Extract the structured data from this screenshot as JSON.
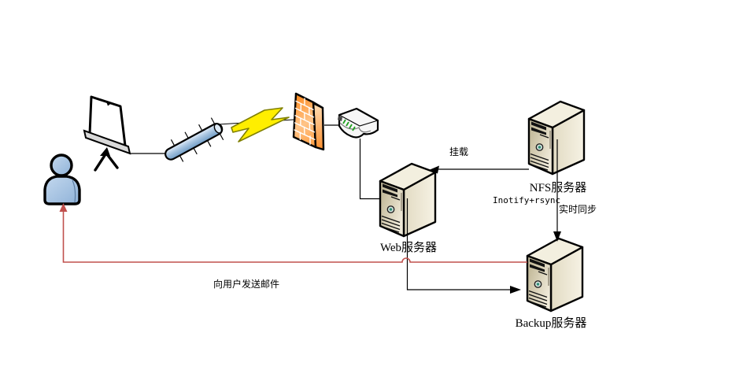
{
  "diagram": {
    "background": "#ffffff",
    "labels": {
      "web_server": "Web服务器",
      "nfs_server": "NFS服务器",
      "backup_server": "Backup服务器",
      "mount": "挂载",
      "inotify_rsync": "Inotify+rsync",
      "realtime_sync": "实时同步",
      "send_mail_to_user": "向用户发送邮件"
    },
    "nodes": [
      {
        "id": "user",
        "icon": "person-icon"
      },
      {
        "id": "projection-screen",
        "icon": "projection-screen-icon"
      },
      {
        "id": "antenna",
        "icon": "antenna-icon"
      },
      {
        "id": "wireless-signal",
        "icon": "lightning-bolt-icon"
      },
      {
        "id": "firewall",
        "icon": "firewall-icon"
      },
      {
        "id": "router",
        "icon": "router-icon"
      },
      {
        "id": "web-server",
        "icon": "server-tower-icon",
        "label": "Web服务器"
      },
      {
        "id": "nfs-server",
        "icon": "server-tower-icon",
        "label": "NFS服务器"
      },
      {
        "id": "backup-server",
        "icon": "server-tower-icon",
        "label": "Backup服务器"
      }
    ],
    "edges": [
      {
        "from": "nfs-server",
        "to": "web-server",
        "label": "挂载",
        "color": "#000000",
        "arrow": true
      },
      {
        "from": "nfs-server",
        "to": "backup-server",
        "label": "实时同步",
        "annotation": "Inotify+rsync",
        "color": "#000000",
        "arrow": true
      },
      {
        "from": "web-server",
        "to": "backup-server",
        "color": "#000000",
        "arrow": true
      },
      {
        "from": "backup-server",
        "to": "user",
        "label": "向用户发送邮件",
        "color": "#c0504d",
        "arrow": true
      },
      {
        "from": "projection-screen",
        "to": "antenna",
        "color": "#000000",
        "arrow": false
      },
      {
        "from": "antenna",
        "to": "firewall",
        "color": "#000000",
        "arrow": false
      },
      {
        "from": "firewall",
        "to": "router",
        "color": "#000000",
        "arrow": false
      },
      {
        "from": "router",
        "to": "web-server",
        "color": "#000000",
        "arrow": false
      }
    ],
    "colors": {
      "connector_red": "#c0504d",
      "connector_black": "#000000",
      "firewall_orange": "#ff8516",
      "lightning_yellow": "#ffee00",
      "person_blue": "#a8c6e4",
      "server_beige": "#e9e2cc",
      "router_led_green": "#1f9f1f"
    }
  }
}
